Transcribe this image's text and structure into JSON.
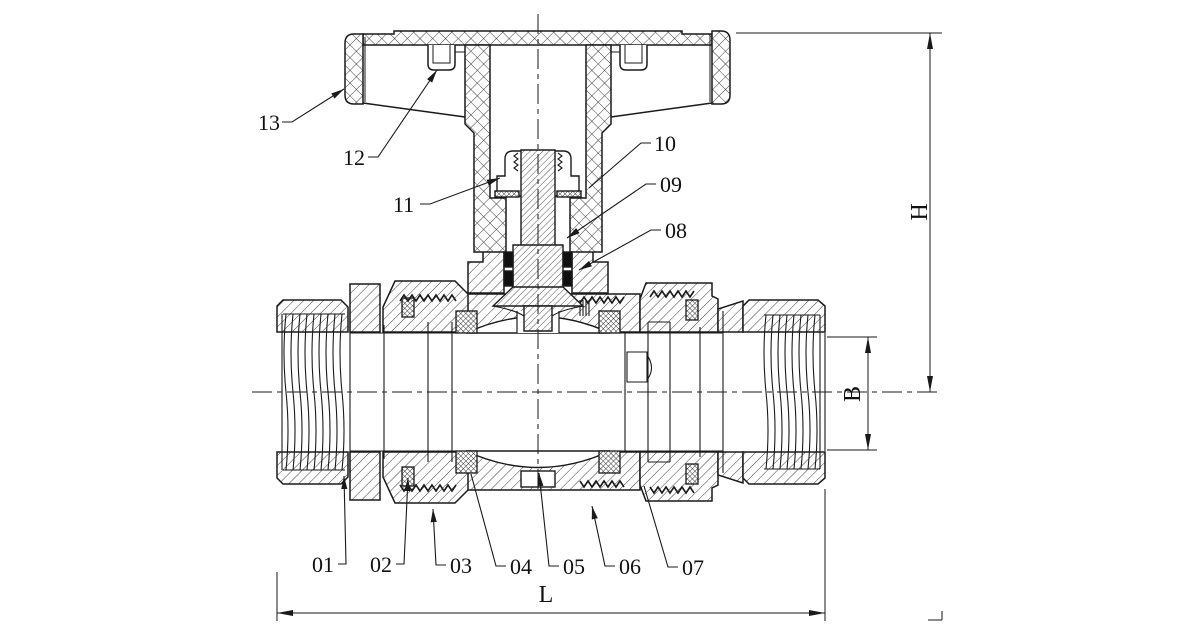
{
  "drawing": {
    "type": "technical-section",
    "subject": "ball valve cross-section assembly drawing",
    "line_color": "#1a1a1a",
    "background": "#ffffff",
    "part_labels": {
      "p01": "01",
      "p02": "02",
      "p03": "03",
      "p04": "04",
      "p05": "05",
      "p06": "06",
      "p07": "07",
      "p08": "08",
      "p09": "09",
      "p10": "10",
      "p11": "11",
      "p12": "12",
      "p13": "13"
    },
    "dimensions": {
      "length": "L",
      "height": "H",
      "bore": "B"
    }
  }
}
